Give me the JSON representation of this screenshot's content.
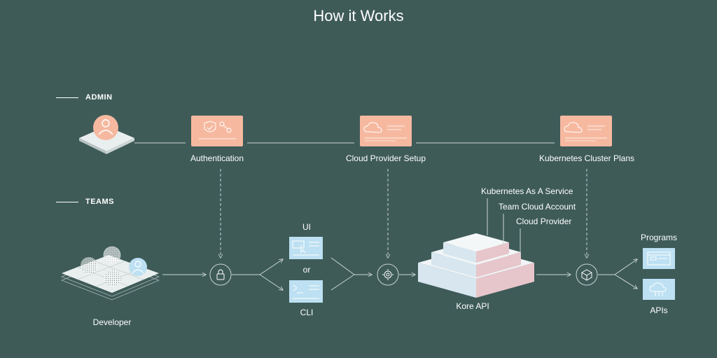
{
  "title": "How it Works",
  "sections": {
    "admin": "ADMIN",
    "teams": "TEAMS"
  },
  "admin_steps": {
    "authentication": "Authentication",
    "cloud_provider_setup": "Cloud Provider Setup",
    "kubernetes_cluster_plans": "Kubernetes Cluster Plans"
  },
  "teams_flow": {
    "developer": "Developer",
    "ui": "UI",
    "or": "or",
    "cli": "CLI",
    "kore_api": "Kore API",
    "programs": "Programs",
    "apis": "APIs"
  },
  "kore_layers": {
    "kubernetes_as_a_service": "Kubernetes As A Service",
    "team_cloud_account": "Team Cloud Account",
    "cloud_provider": "Cloud Provider"
  },
  "colors": {
    "background": "#3e5b58",
    "admin_card": "#f6b9a0",
    "teams_card": "#bde0f2",
    "line": "#c9d4d2"
  },
  "icons": [
    "user-icon",
    "shield-icon",
    "key-icon",
    "cloud-icon",
    "lock-icon",
    "gear-icon",
    "cube-icon",
    "terminal-icon",
    "cursor-icon"
  ]
}
